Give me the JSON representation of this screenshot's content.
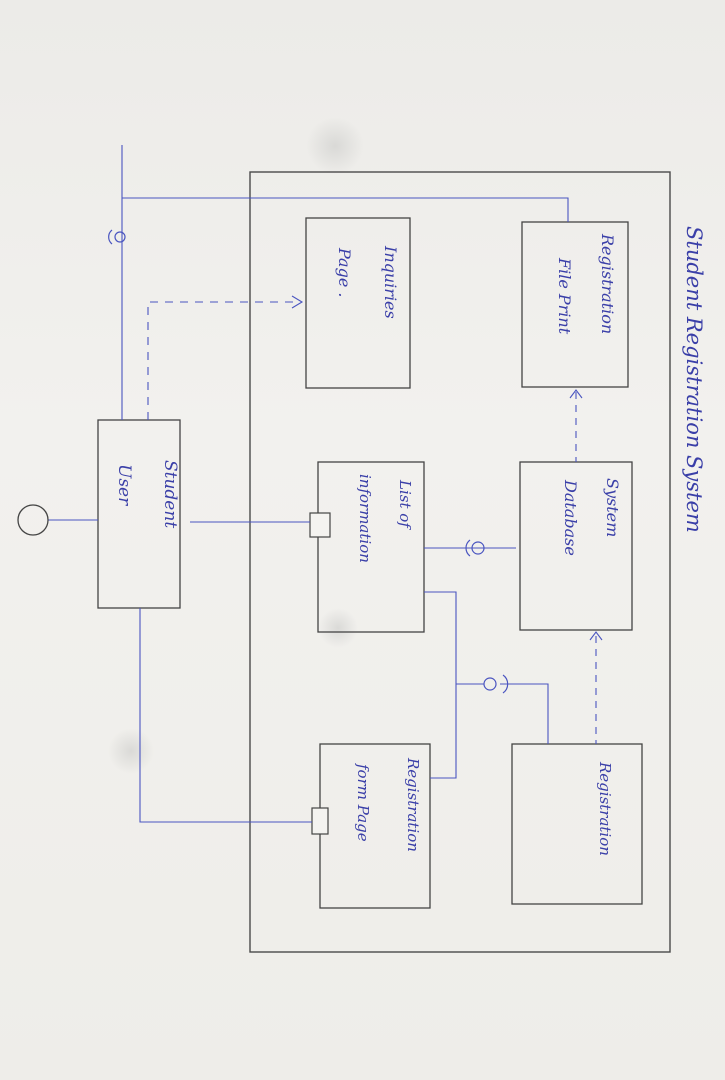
{
  "diagram": {
    "title": "Student Registration System",
    "components": {
      "registration_file_print": {
        "line1": "Registration",
        "line2": "File Print"
      },
      "inquiries_page": {
        "line1": "Inquiries",
        "line2": "Page ."
      },
      "system_database": {
        "line1": "System",
        "line2": "Database"
      },
      "list_of_information": {
        "line1": "List of",
        "line2": "information"
      },
      "registration_form_page": {
        "line1": "Registration",
        "line2": "form Page"
      },
      "registration": {
        "line1": "Registration"
      },
      "student_user": {
        "line1": "Student",
        "line2": "User"
      }
    },
    "colors": {
      "ink": "#3a3fa8",
      "frame": "#4a4a4a",
      "paper": "#efeeeb"
    }
  }
}
